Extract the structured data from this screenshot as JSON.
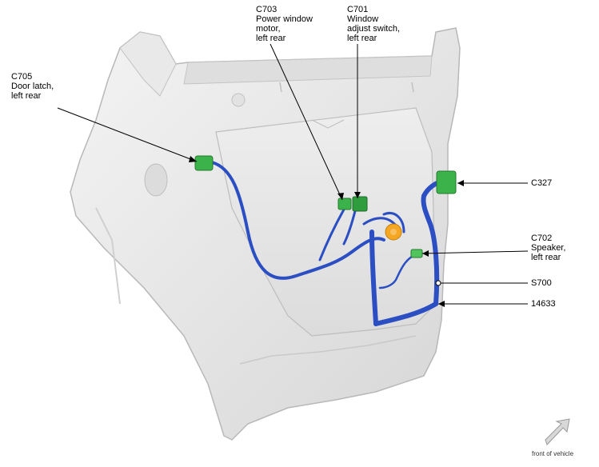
{
  "callouts": {
    "c705": {
      "code": "C705",
      "line1": "Door latch,",
      "line2": "left rear"
    },
    "c703": {
      "code": "C703",
      "line1": "Power window",
      "line2": "motor,",
      "line3": "left rear"
    },
    "c701": {
      "code": "C701",
      "line1": "Window",
      "line2": "adjust switch,",
      "line3": "left rear"
    },
    "c327": {
      "code": "C327"
    },
    "c702": {
      "code": "C702",
      "line1": "Speaker,",
      "line2": "left rear"
    },
    "s700": {
      "code": "S700"
    },
    "w14633": {
      "code": "14633"
    }
  },
  "orientation": {
    "label": "front of vehicle"
  },
  "colors": {
    "harness": "#2b4ec2",
    "connector": "#3cb24a",
    "speaker": "#f5a623",
    "door_panel": "#e6e6e6",
    "door_outline": "#b8b8b8"
  }
}
